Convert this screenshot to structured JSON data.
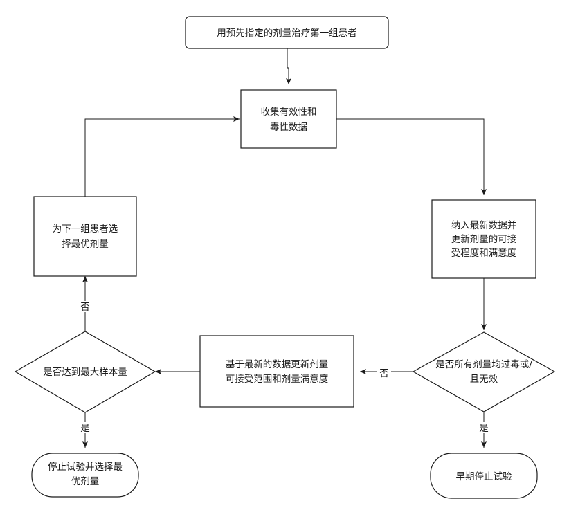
{
  "nodes": {
    "start": "用预先指定的剂量治疗第一组患者",
    "collect_line1": "收集有效性和",
    "collect_line2": "毒性数据",
    "incorporate_line1": "纳入最新数据并",
    "incorporate_line2": "更新剂量的可接",
    "incorporate_line3": "受程度和满意度",
    "check_toxic_line1": "是否所有剂量均过毒或/",
    "check_toxic_line2": "且无效",
    "update_line1": "基于最新的数据更新剂量",
    "update_line2": "可接受范围和剂量满意度",
    "check_max_line1": "是否达到最大样本量",
    "select_next_line1": "为下一组患者选",
    "select_next_line2": "择最优剂量",
    "stop_select_line1": "停止试验并选择最",
    "stop_select_line2": "优剂量",
    "early_stop_line1": "早期停止试验"
  },
  "edge_labels": {
    "toxic_no": "否",
    "toxic_yes": "是",
    "max_no": "否",
    "max_yes": "是"
  },
  "colors": {
    "stroke": "#1a1a1a",
    "fill": "#ffffff",
    "text": "#1a1a1a"
  }
}
